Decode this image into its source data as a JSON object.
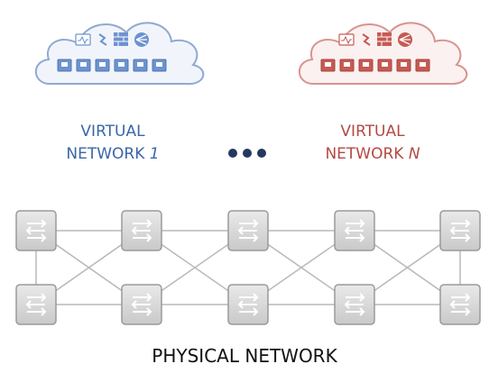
{
  "virtual_networks": [
    {
      "line1": "VIRTUAL",
      "line2_prefix": "NETWORK ",
      "line2_id": "1",
      "color": "#3a67a8",
      "cloud_fill": "#f1f5fb",
      "cloud_stroke": "#8fa9d2",
      "port_fill": "#6d93cf",
      "icons": [
        "monitor-icon",
        "branch-icon",
        "firewall-icon",
        "load-balancer-icon"
      ],
      "port_count": 6
    },
    {
      "line1": "VIRTUAL",
      "line2_prefix": "NETWORK ",
      "line2_id": "N",
      "color": "#b34a43",
      "cloud_fill": "#fbf1f0",
      "cloud_stroke": "#d8948e",
      "port_fill": "#c65a54",
      "icons": [
        "monitor-icon",
        "branch-icon",
        "firewall-icon",
        "load-balancer-icon"
      ],
      "port_count": 6
    }
  ],
  "ellipsis": {
    "color": "#24385f"
  },
  "physical_network": {
    "label": "PHYSICAL NETWORK",
    "label_color": "#111111",
    "switch_fill": "#d8d8d8",
    "switch_stroke": "#9a9a9a",
    "link_color": "#b8b8b8",
    "switch_rows": 2,
    "switch_cols": 5,
    "icon": "switch-icon"
  }
}
